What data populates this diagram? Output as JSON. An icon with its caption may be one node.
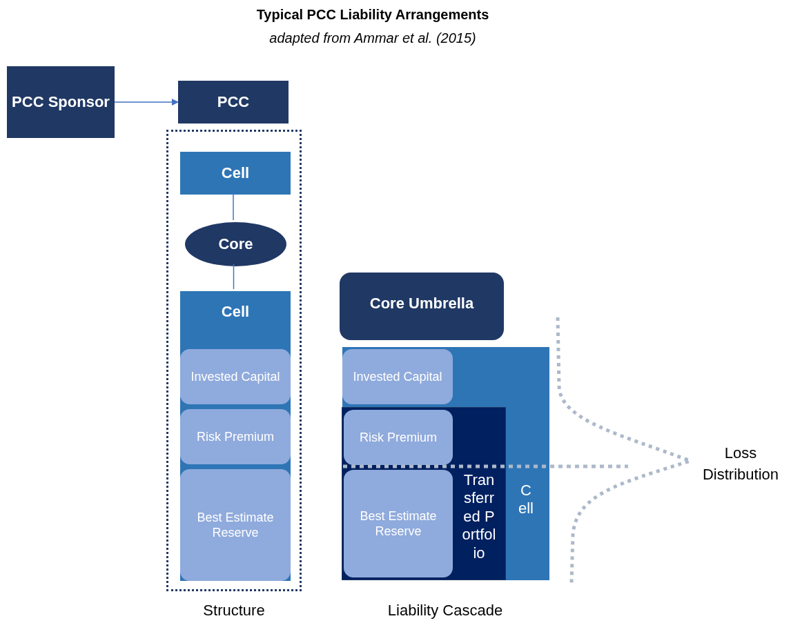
{
  "diagram": {
    "title": "Typical PCC Liability Arrangements",
    "caption": "adapted from Ammar et al. (2015)",
    "nodes": [
      {
        "text": [
          "PCC Sponsor"
        ]
      },
      {
        "text": [
          "PCC"
        ]
      },
      {
        "text": [
          "Structure"
        ]
      },
      {
        "text": [
          "Cell"
        ],
        "in": 2
      },
      {
        "text": [
          "Core"
        ],
        "in": 2
      },
      {
        "text": [
          "Cell"
        ],
        "in": 2
      },
      {
        "text": [
          "Invested Capital"
        ],
        "in": 5
      },
      {
        "text": [
          "Risk Premium"
        ],
        "in": 5
      },
      {
        "text": [
          "Best Estimate Reserve"
        ],
        "in": 5
      },
      {
        "text": [
          "Core Umbrella"
        ]
      },
      {
        "text": [
          "Cell"
        ]
      },
      {
        "text": [
          "Invested Capital"
        ],
        "in": 10
      },
      {
        "text": [
          "Transferred Portfolio"
        ],
        "in": 10
      },
      {
        "text": [
          "Risk Premium"
        ],
        "in": 12
      },
      {
        "text": [
          "Best Estimate Reserve"
        ],
        "in": 12
      }
    ],
    "edges": [
      {
        "from": 0,
        "to": 1,
        "arrow": "to"
      },
      {
        "from": 3,
        "to": 4,
        "arrow": "none"
      },
      {
        "from": 4,
        "to": 5,
        "arrow": "none"
      }
    ],
    "labels": [
      "Liability Cascade",
      "Loss Distribution"
    ]
  }
}
